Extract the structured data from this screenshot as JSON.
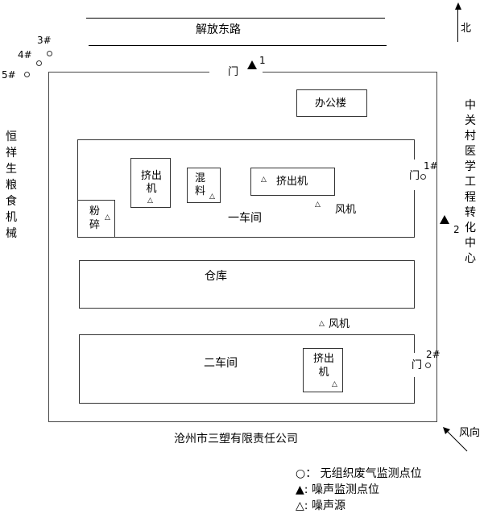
{
  "road": {
    "name": "解放东路"
  },
  "north": {
    "label": "北"
  },
  "wind": {
    "label": "风向"
  },
  "company": {
    "name": "沧州市三塑有限责任公司"
  },
  "neighbors": {
    "west": "恒祥生粮食机械",
    "east": "中关村医学工程转化中心"
  },
  "doors": {
    "north": "门",
    "workshop1": "门",
    "workshop2": "门"
  },
  "air_points": [
    {
      "label": "1#"
    },
    {
      "label": "2#"
    },
    {
      "label": "3#"
    },
    {
      "label": "4#"
    },
    {
      "label": "5#"
    }
  ],
  "noise_points": [
    {
      "label": "1"
    },
    {
      "label": "2"
    }
  ],
  "buildings": {
    "office": "办公楼",
    "workshop1": "一车间",
    "warehouse": "仓库",
    "workshop2": "二车间"
  },
  "equipment": {
    "extruder_a": "挤出机",
    "mixer": "混料",
    "extruder_b": "挤出机",
    "crusher": "粉碎",
    "fan1": "风机",
    "fan2": "风机",
    "extruder_c": "挤出机"
  },
  "legend": {
    "air": {
      "symbol": "○",
      "label": "： 无组织废气监测点位"
    },
    "noise_point": {
      "symbol": "▲",
      "label": ": 噪声监测点位"
    },
    "noise_source": {
      "symbol": "△",
      "label": ": 噪声源"
    }
  },
  "noise_source_symbol": "△"
}
